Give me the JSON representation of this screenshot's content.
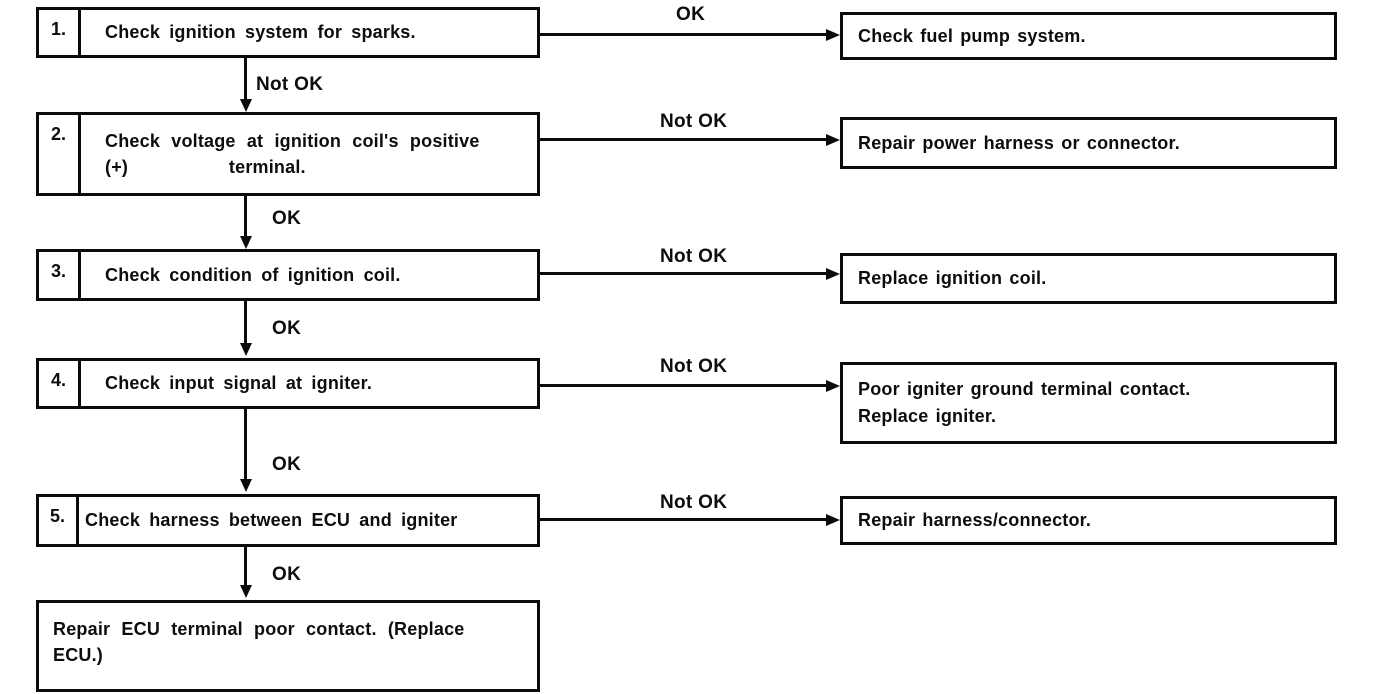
{
  "flow": {
    "steps": [
      {
        "number": "1.",
        "label": "Check ignition system for sparks.",
        "branch_label": "OK",
        "branch_result": "Check fuel pump system.",
        "next_label": "Not OK"
      },
      {
        "number": "2.",
        "label_line1": "Check voltage at ignition coil's positive",
        "label_line2": "(+)         terminal.",
        "branch_label": "Not OK",
        "branch_result": "Repair power harness or connector.",
        "next_label": "OK"
      },
      {
        "number": "3.",
        "label": "Check condition of ignition coil.",
        "branch_label": "Not OK",
        "branch_result": "Replace ignition coil.",
        "next_label": "OK"
      },
      {
        "number": "4.",
        "label": "Check input signal at igniter.",
        "branch_label": "Not OK",
        "branch_result_line1": "Poor igniter ground terminal contact.",
        "branch_result_line2": "Replace igniter.",
        "next_label": "OK"
      },
      {
        "number": "5.",
        "label": "Check harness between ECU and igniter",
        "branch_label": "Not OK",
        "branch_result": "Repair harness/connector.",
        "next_label": "OK"
      }
    ],
    "final_step_line1": "Repair ECU terminal poor contact. (Replace",
    "final_step_line2": "ECU.)"
  }
}
